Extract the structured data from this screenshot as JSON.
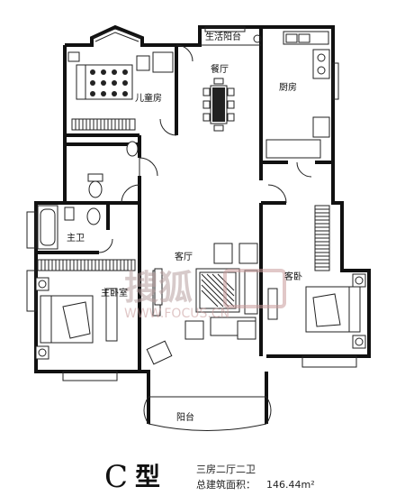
{
  "rooms": {
    "balcony_service": "生活阳台",
    "dining": "餐厅",
    "kitchen": "厨房",
    "kids_room": "儿童房",
    "master_bath": "主卫",
    "living": "客厅",
    "guest_room": "客卧",
    "master_bedroom": "主卧室",
    "balcony": "阳台"
  },
  "watermark": {
    "brand": "搜狐",
    "site": "WWW.FOCUS.CN"
  },
  "plan": {
    "type_letter": "C",
    "type_suffix": "型",
    "layout": "三房二厅二卫",
    "area_label": "总建筑面积：",
    "area_value": "146.44m²"
  },
  "colors": {
    "wall": "#111111",
    "watermark": "#b8a0a0"
  }
}
